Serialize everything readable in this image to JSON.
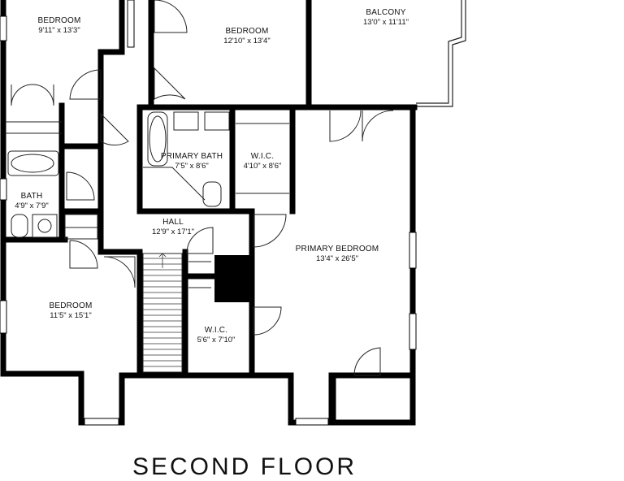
{
  "floor": {
    "title": "SECOND FLOOR"
  },
  "rooms": [
    {
      "id": "bedroom-nw",
      "name": "BEDROOM",
      "dims": "9'11\" x 13'3\""
    },
    {
      "id": "bedroom-north",
      "name": "BEDROOM",
      "dims": "12'10\" x 13'4\""
    },
    {
      "id": "balcony",
      "name": "BALCONY",
      "dims": "13'0\" x 11'11\""
    },
    {
      "id": "primary-bath",
      "name": "PRIMARY BATH",
      "dims": "7'5\" x 8'6\""
    },
    {
      "id": "wic-bath",
      "name": "W.I.C.",
      "dims": "4'10\" x 8'6\""
    },
    {
      "id": "bath",
      "name": "BATH",
      "dims": "4'9\" x 7'9\""
    },
    {
      "id": "hall",
      "name": "HALL",
      "dims": "12'9\" x 17'1\""
    },
    {
      "id": "primary-bedroom",
      "name": "PRIMARY BEDROOM",
      "dims": "13'4\" x 26'5\""
    },
    {
      "id": "bedroom-sw",
      "name": "BEDROOM",
      "dims": "11'5\" x 15'1\""
    },
    {
      "id": "wic-hall",
      "name": "W.I.C.",
      "dims": "5'6\" x 7'10\""
    }
  ]
}
